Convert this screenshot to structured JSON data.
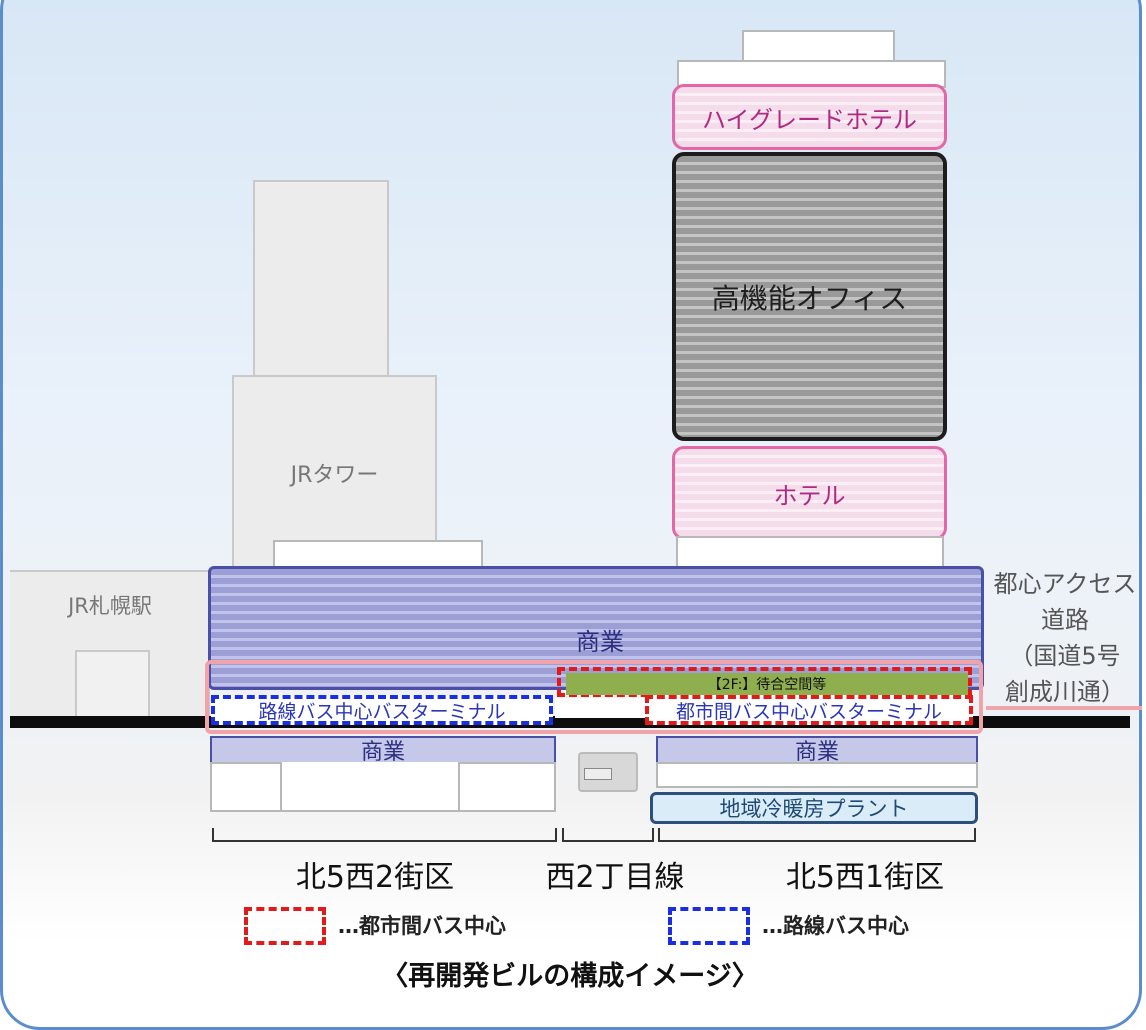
{
  "labels": {
    "high_grade_hotel": "ハイグレードホテル",
    "office": "高機能オフィス",
    "hotel": "ホテル",
    "jr_tower": "JRタワー",
    "jr_station": "JR札幌駅",
    "commerce_top": "商業",
    "commerce_left": "商業",
    "commerce_right": "商業",
    "waiting_space": "【2F:】待合空間等",
    "route_bus_terminal": "路線バス中心バスターミナル",
    "intercity_bus_terminal": "都市間バス中心バスターミナル",
    "district_heating": "地域冷暖房プラント",
    "access_road": [
      "都心アクセス",
      "道路",
      "（国道5号",
      "創成川通）"
    ],
    "block_left": "北5西2街区",
    "block_mid": "西2丁目線",
    "block_right": "北5西1街区"
  },
  "legend": {
    "intercity": "…都市間バス中心",
    "route": "…路線バス中心"
  },
  "caption": "〈再開発ビルの構成イメージ〉",
  "colors": {
    "frame": "#5b8ccc",
    "intercity_dash": "#e21a1a",
    "route_dash": "#1a2ee2",
    "hotel_border": "#e466a6",
    "commerce_border": "#4b4fa6",
    "waiting_green": "#8fae4d"
  }
}
